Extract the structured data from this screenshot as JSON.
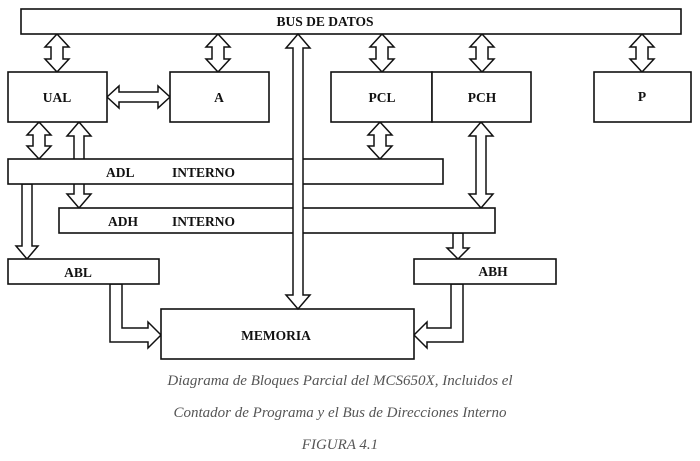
{
  "diagram": {
    "blocks": {
      "bus_datos": "BUS DE DATOS",
      "ual": "UAL",
      "a": "A",
      "pcl": "PCL",
      "pch": "PCH",
      "p": "P",
      "adl_name": "ADL",
      "adl_interno": "INTERNO",
      "adh_name": "ADH",
      "adh_interno": "INTERNO",
      "abl": "ABL",
      "abh": "ABH",
      "memoria": "MEMORIA"
    },
    "caption": {
      "line1": "Diagrama de Bloques Parcial del MCS650X, Incluidos el",
      "line2": "Contador de Programa y el Bus de Direcciones Interno",
      "figure": "FIGURA 4.1"
    }
  }
}
